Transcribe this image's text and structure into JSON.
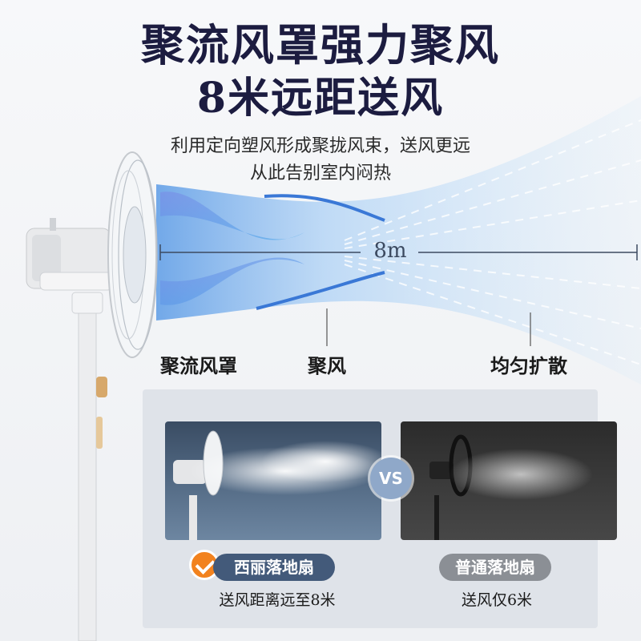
{
  "headline": {
    "line1": "聚流风罩强力聚风",
    "line2": "8米远距送风"
  },
  "subheadline": {
    "line1": "利用定向塑风形成聚拢风束，送风更远",
    "line2": "从此告别室内闷热"
  },
  "diagram": {
    "distance_label": "8m",
    "features": [
      "聚流风罩",
      "聚风",
      "均匀扩散"
    ]
  },
  "comparison": {
    "vs_label": "VS",
    "left": {
      "name": "西丽落地扇",
      "caption": "送风距离远至8米"
    },
    "right": {
      "name": "普通落地扇",
      "caption": "送风仅6米"
    }
  },
  "colors": {
    "title": "#1c1c40",
    "accent_orange": "#f2821e",
    "left_pill": "#435a7a",
    "right_pill": "#8b8f95",
    "wind_blue": "#6aa8e8"
  },
  "icons": {
    "check": "check-icon"
  }
}
